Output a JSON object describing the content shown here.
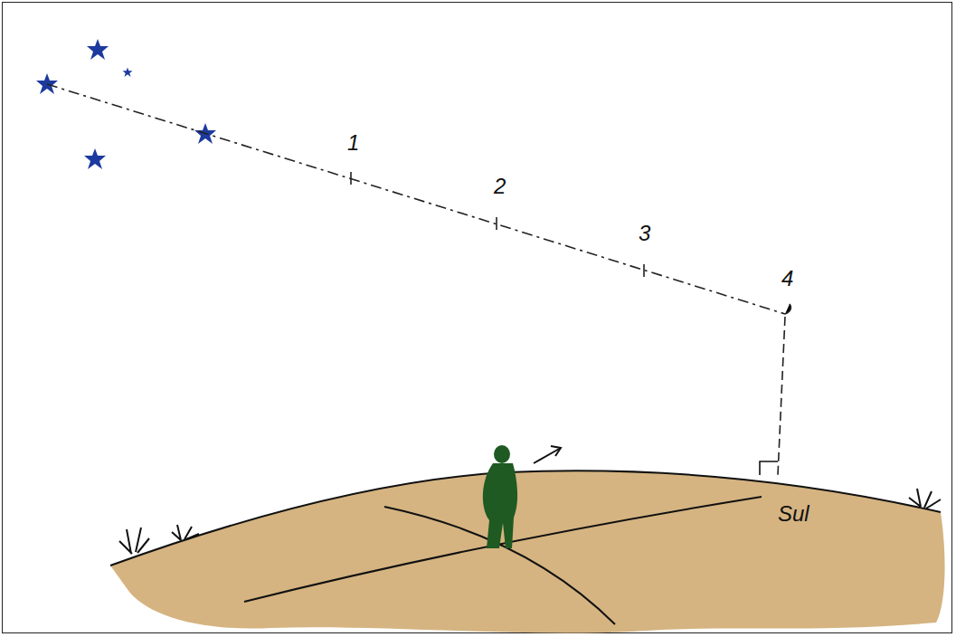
{
  "diagram": {
    "labels": [
      "1",
      "2",
      "3",
      "4",
      "Sul"
    ]
  }
}
